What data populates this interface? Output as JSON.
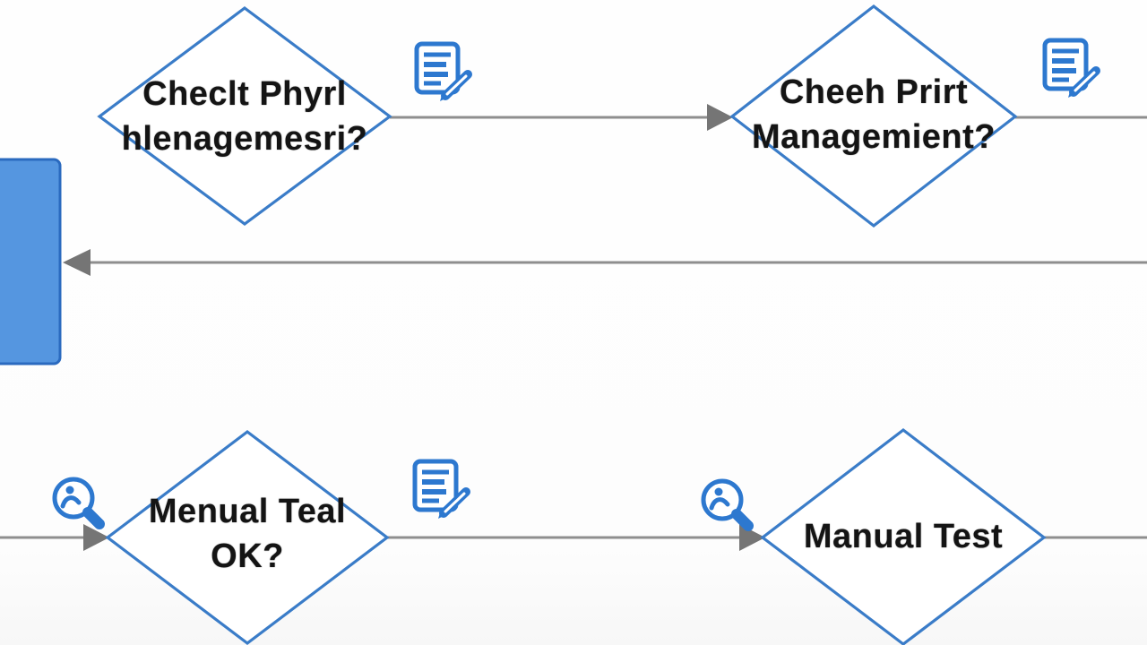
{
  "diagram": {
    "background_color": "#fdfdfd",
    "colors": {
      "decision_stroke": "#3a7cc8",
      "process_fill": "#5596e0",
      "process_stroke": "#2a6abf",
      "connector_gray": "#8e8e8e",
      "arrowhead_gray": "#757575",
      "icon_blue": "#2d78cf",
      "label_text": "#141414"
    },
    "nodes": {
      "process_left": {
        "type": "process",
        "label": ""
      },
      "top_left": {
        "type": "decision",
        "line1": "Checlt Phyrl",
        "line2": "hlenagemesri?"
      },
      "top_right": {
        "type": "decision",
        "line1": "Cheeh Prirt",
        "line2": "Managemient?"
      },
      "bottom_left": {
        "type": "decision",
        "line1": "Menual Teal",
        "line2": "OK?"
      },
      "bottom_right": {
        "type": "decision",
        "line1": "Manual Test",
        "line2": ""
      }
    },
    "icons": [
      {
        "name": "document-edit-icon",
        "position": "right-of-top-left-decision"
      },
      {
        "name": "document-edit-icon",
        "position": "right-of-top-right-decision"
      },
      {
        "name": "document-edit-icon",
        "position": "right-of-bottom-left-decision"
      },
      {
        "name": "magnifier-person-icon",
        "position": "left-of-bottom-left-decision"
      },
      {
        "name": "magnifier-person-icon",
        "position": "left-of-bottom-right-decision"
      }
    ],
    "connectors": [
      {
        "from": "top-left-decision",
        "to": "top-right-decision",
        "arrow": true
      },
      {
        "from": "top-right-decision",
        "to": "right-edge",
        "arrow": false
      },
      {
        "from": "right-edge",
        "to": "process-left",
        "arrow": true
      },
      {
        "from": "left-edge",
        "to": "bottom-left-decision",
        "arrow": true
      },
      {
        "from": "bottom-left-decision",
        "to": "bottom-right-decision",
        "arrow": true
      },
      {
        "from": "bottom-right-decision",
        "to": "right-edge",
        "arrow": false
      }
    ]
  }
}
